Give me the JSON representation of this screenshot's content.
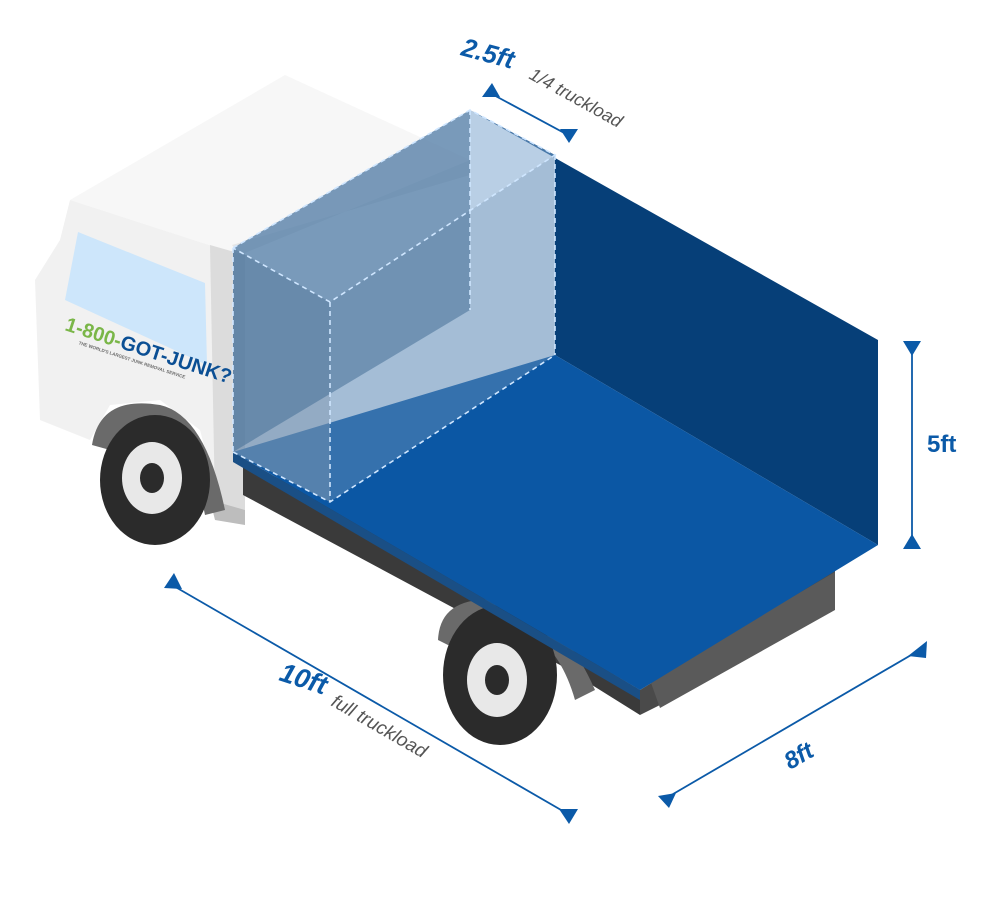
{
  "colors": {
    "brand_blue": "#0b5aa8",
    "bed_floor": "#0b57a4",
    "bed_wall": "#063f78",
    "bed_side": "#0a4c8e",
    "quarter_fill": "#7fa7cf",
    "truck_white": "#f2f2f2",
    "chassis": "#3a3a3a",
    "tire": "#2b2b2b",
    "logo_green": "#7ab648",
    "logo_blue": "#0b4f94",
    "window": "#cde6fb"
  },
  "logo": {
    "brand_prefix": "1-800-",
    "brand_main": "GOT-JUNK?",
    "tagline": "THE WORLD'S LARGEST JUNK REMOVAL SERVICE"
  },
  "dimensions": {
    "depth": {
      "value": "2.5ft",
      "label": "1/4 truckload"
    },
    "length": {
      "value": "10ft",
      "label": "full truckload"
    },
    "height": {
      "value": "5ft"
    },
    "width": {
      "value": "8ft"
    }
  }
}
